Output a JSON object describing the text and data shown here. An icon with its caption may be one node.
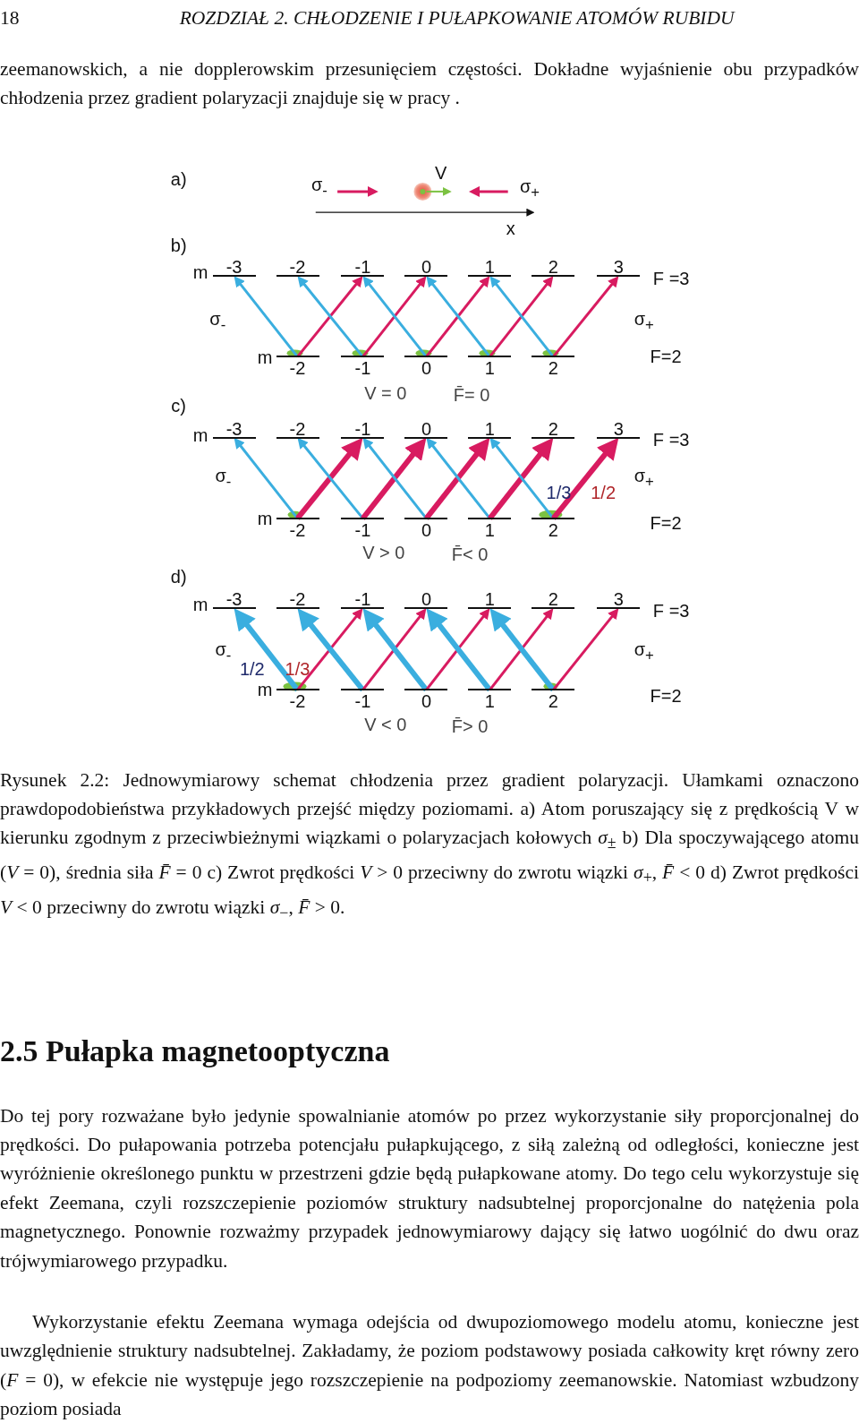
{
  "diagram": {
    "caption": "Rysunek 2.2: Jednowymiarowy schemat chłodzenia przez gradient polaryzacji. Ułamkami oznaczono prawdopodobieństwa przykładowych przejść między poziomami. a) Atom poruszający się z prędkością V w kierunku zgodnym z przeciwbieżnymi wiązkami o polaryzacjach kołowych *σ*$_{±}$ b) Dla spoczywającego atomu (*V* = 0), średnia siła *F̄* = 0 c) Zwrot prędkości *V* > 0 przeciwny do zwrotu wiązki *σ*$_{+}$, *F̄* < 0 d) Zwrot prędkości *V* < 0 przeciwny do zwrotu wiązki *σ*$_{−}$, *F̄* > 0.",
    "nodes": [
      {
        "text": [
          "-3"
        ]
      },
      {
        "text": [
          "-2"
        ]
      },
      {
        "text": [
          "-1"
        ]
      },
      {
        "text": [
          "0"
        ]
      },
      {
        "text": [
          "1"
        ]
      },
      {
        "text": [
          "2"
        ]
      },
      {
        "text": [
          "3"
        ]
      },
      {
        "text": [
          "-2"
        ]
      },
      {
        "text": [
          "-1"
        ]
      },
      {
        "text": [
          "0"
        ]
      },
      {
        "text": [
          "1"
        ]
      },
      {
        "text": [
          "2"
        ]
      },
      {
        "text": [
          "-3"
        ]
      },
      {
        "text": [
          "-2"
        ]
      },
      {
        "text": [
          "-1"
        ]
      },
      {
        "text": [
          "0"
        ]
      },
      {
        "text": [
          "1"
        ]
      },
      {
        "text": [
          "2"
        ]
      },
      {
        "text": [
          "3"
        ]
      },
      {
        "text": [
          "-2"
        ]
      },
      {
        "text": [
          "-1"
        ]
      },
      {
        "text": [
          "0"
        ]
      },
      {
        "text": [
          "1"
        ]
      },
      {
        "text": [
          "2"
        ]
      },
      {
        "text": [
          "-3"
        ]
      },
      {
        "text": [
          "-2"
        ]
      },
      {
        "text": [
          "-1"
        ]
      },
      {
        "text": [
          "0"
        ]
      },
      {
        "text": [
          "1"
        ]
      },
      {
        "text": [
          "2"
        ]
      },
      {
        "text": [
          "3"
        ]
      },
      {
        "text": [
          "-2"
        ]
      },
      {
        "text": [
          "-1"
        ]
      },
      {
        "text": [
          "0"
        ]
      },
      {
        "text": [
          "1"
        ]
      },
      {
        "text": [
          "2"
        ]
      }
    ],
    "edges": [
      {
        "from": 7,
        "to": 0,
        "arrow": "to",
        "color": "#3aaedf"
      },
      {
        "from": 7,
        "to": 2,
        "arrow": "to",
        "color": "#d81b60"
      },
      {
        "from": 8,
        "to": 1,
        "arrow": "to",
        "color": "#3aaedf"
      },
      {
        "from": 8,
        "to": 3,
        "arrow": "to",
        "color": "#d81b60"
      },
      {
        "from": 9,
        "to": 2,
        "arrow": "to",
        "color": "#3aaedf"
      },
      {
        "from": 9,
        "to": 4,
        "arrow": "to",
        "color": "#d81b60"
      },
      {
        "from": 10,
        "to": 3,
        "arrow": "to",
        "color": "#3aaedf"
      },
      {
        "from": 10,
        "to": 5,
        "arrow": "to",
        "color": "#d81b60"
      },
      {
        "from": 11,
        "to": 4,
        "arrow": "to",
        "color": "#3aaedf"
      },
      {
        "from": 11,
        "to": 6,
        "arrow": "to",
        "color": "#d81b60"
      },
      {
        "from": 19,
        "to": 12,
        "arrow": "to",
        "color": "#3aaedf"
      },
      {
        "from": 19,
        "to": 14,
        "arrow": "to",
        "style": "thick",
        "color": "#d81b60"
      },
      {
        "from": 20,
        "to": 13,
        "arrow": "to",
        "color": "#3aaedf"
      },
      {
        "from": 20,
        "to": 15,
        "arrow": "to",
        "style": "thick",
        "color": "#d81b60"
      },
      {
        "from": 21,
        "to": 14,
        "arrow": "to",
        "color": "#3aaedf"
      },
      {
        "from": 21,
        "to": 16,
        "arrow": "to",
        "style": "thick",
        "color": "#d81b60"
      },
      {
        "from": 22,
        "to": 15,
        "arrow": "to",
        "color": "#3aaedf"
      },
      {
        "from": 22,
        "to": 17,
        "arrow": "to",
        "style": "thick",
        "color": "#d81b60"
      },
      {
        "from": 23,
        "to": 16,
        "arrow": "to",
        "label": "1/3",
        "color": "#3aaedf"
      },
      {
        "from": 23,
        "to": 18,
        "arrow": "to",
        "label": "1/2",
        "style": "thick",
        "color": "#d81b60"
      },
      {
        "from": 31,
        "to": 24,
        "arrow": "to",
        "label": "1/2",
        "style": "thick",
        "color": "#3aaedf"
      },
      {
        "from": 31,
        "to": 26,
        "arrow": "to",
        "label": "1/3",
        "color": "#d81b60"
      },
      {
        "from": 32,
        "to": 25,
        "arrow": "to",
        "style": "thick",
        "color": "#3aaedf"
      },
      {
        "from": 32,
        "to": 27,
        "arrow": "to",
        "color": "#d81b60"
      },
      {
        "from": 33,
        "to": 26,
        "arrow": "to",
        "style": "thick",
        "color": "#3aaedf"
      },
      {
        "from": 33,
        "to": 28,
        "arrow": "to",
        "color": "#d81b60"
      },
      {
        "from": 34,
        "to": 27,
        "arrow": "to",
        "style": "thick",
        "color": "#3aaedf"
      },
      {
        "from": 34,
        "to": 29,
        "arrow": "to",
        "color": "#d81b60"
      },
      {
        "from": 35,
        "to": 28,
        "arrow": "to",
        "style": "thick",
        "color": "#3aaedf"
      },
      {
        "from": 35,
        "to": 30,
        "arrow": "to",
        "color": "#d81b60"
      }
    ],
    "labels": [
      "18",
      "ROZDZIAŁ 2. CHŁODZENIE I PUŁAPKOWANIE ATOMÓW RUBIDU",
      "zeemanowskich, a nie dopplerowskim przesunięciem częstości. Dokładne wyjaśnienie obu przypadków chłodzenia przez gradient polaryzacji znajduje się w pracy .",
      "a)",
      "σ$_{-}$",
      "V",
      "σ$_{+}$",
      "x",
      "b)",
      "m",
      "F =3",
      "σ$_{-}$",
      "σ$_{+}$",
      "m",
      "F=2",
      "V = 0",
      "F̄= 0",
      "c)",
      "m",
      "F =3",
      "σ$_{-}$",
      "σ$_{+}$",
      "m",
      "F=2",
      "V > 0",
      "F̄< 0",
      "d)",
      "m",
      "F =3",
      "σ$_{-}$",
      "σ$_{+}$",
      "m",
      "F=2",
      "V < 0",
      "F̄> 0",
      "2.5 Pułapka magnetooptyczna",
      "Do tej pory rozważane było jedynie spowalnianie atomów po przez wykorzystanie siły proporcjonalnej do prędkości. Do pułapowania potrzeba potencjału pułapkującego, z siłą zależną od odległości, konieczne jest wyróżnienie określonego punktu w przestrzeni gdzie będą pułapkowane atomy. Do tego celu wykorzystuje się efekt Zeemana, czyli rozszczepienie poziomów struktury nadsubtelnej proporcjonalne do natężenia pola magnetycznego. Ponownie rozważmy przypadek jednowymiarowy dający się łatwo uogólnić do dwu oraz trójwymiarowego przypadku.",
      "Wykorzystanie efektu Zeemana wymaga odejścia od dwupoziomowego modelu atomu, konieczne jest uwzględnienie struktury nadsubtelnej. Zakładamy, że poziom podstawowy posiada całkowity kręt równy zero (*F* = 0), w efekcie nie występuje jego rozszczepienie na podpoziomy zeemanowskie. Natomiast wzbudzony poziom posiada"
    ]
  }
}
